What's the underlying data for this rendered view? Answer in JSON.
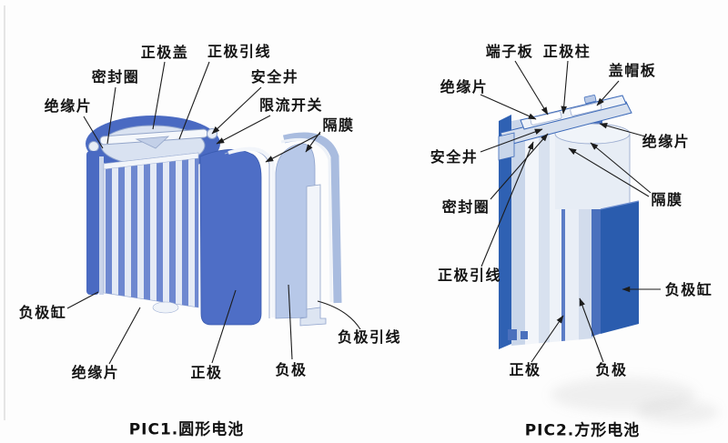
{
  "figure1": {
    "caption": "PIC1.圆形电池",
    "labels": {
      "insulation_top": "绝缘片",
      "seal_ring": "密封圈",
      "positive_cap": "正极盖",
      "positive_lead": "正极引线",
      "safety_vent": "安全井",
      "current_limit_switch": "限流开关",
      "separator": "隔膜",
      "negative_can": "负极缸",
      "insulation_bottom": "绝缘片",
      "positive_electrode": "正极",
      "negative_electrode": "负极",
      "negative_lead": "负极引线"
    }
  },
  "figure2": {
    "caption": "PIC2.方形电池",
    "labels": {
      "terminal_plate": "端子板",
      "positive_pole": "正极柱",
      "cap_plate": "盖帽板",
      "insulation_left": "绝缘片",
      "insulation_right": "绝缘片",
      "safety_vent": "安全井",
      "separator": "隔膜",
      "seal_ring": "密封圈",
      "positive_lead": "正极引线",
      "negative_can": "负极缸",
      "positive_electrode": "正极",
      "negative_electrode": "负极"
    }
  },
  "colors": {
    "deep_blue": "#2f61b3",
    "mid_blue": "#4a70bd",
    "periwinkle": "#6e88d0",
    "light_blue": "#b7c8e8",
    "pale_blue": "#d9e2f1",
    "leader_line": "#1c1c1c"
  }
}
